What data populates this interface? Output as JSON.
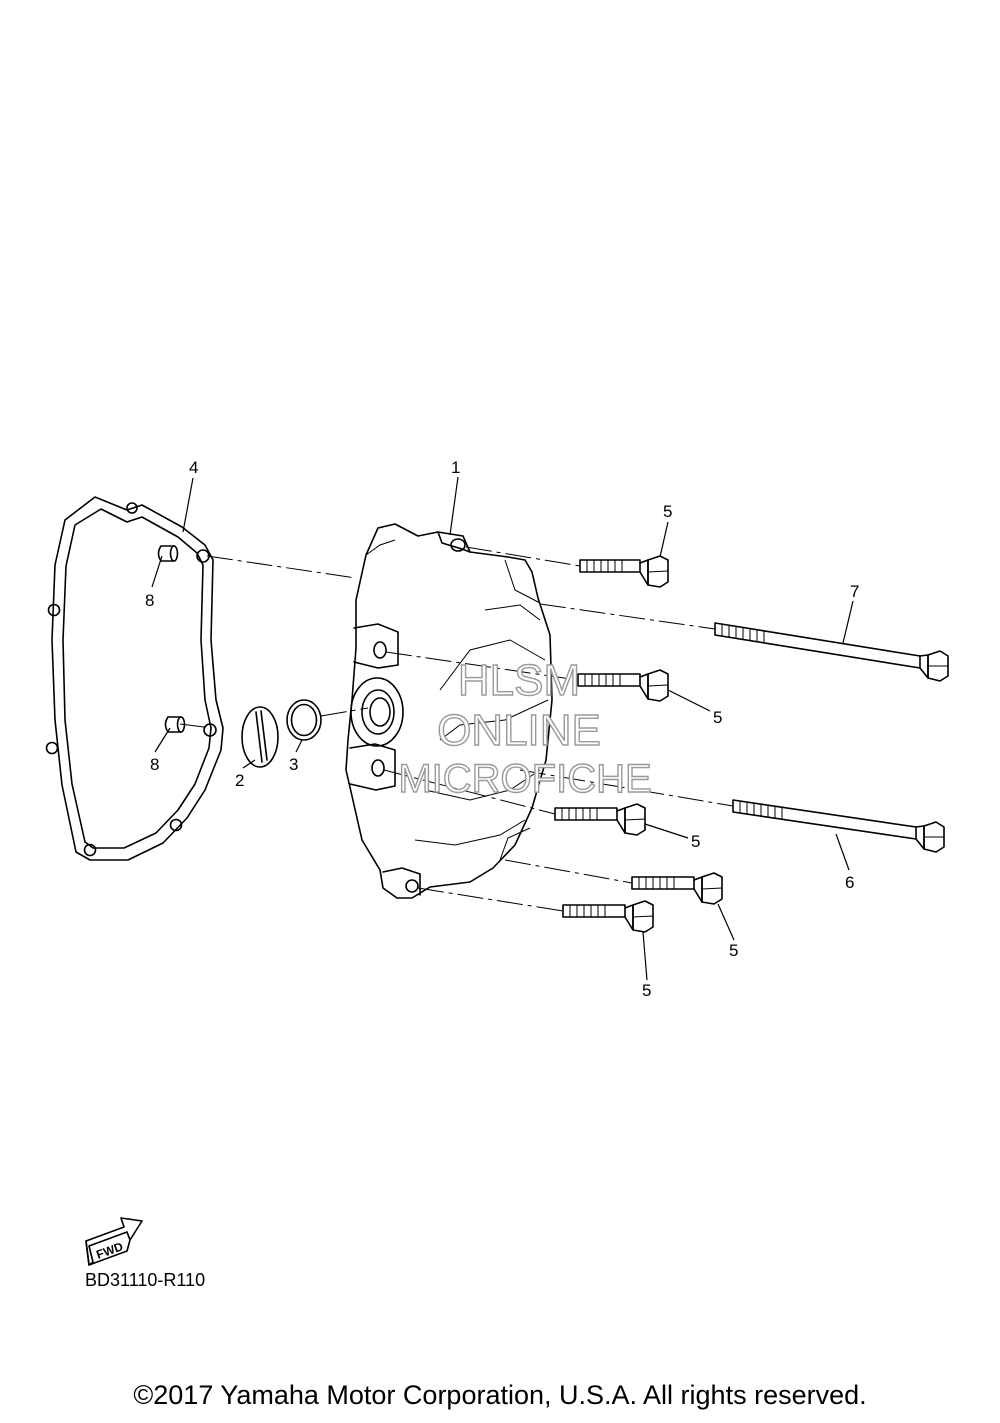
{
  "diagram": {
    "callouts": {
      "c1": "1",
      "c2": "2",
      "c3": "3",
      "c4": "4",
      "c5a": "5",
      "c5b": "5",
      "c5c": "5",
      "c5d": "5",
      "c5e": "5",
      "c6": "6",
      "c7": "7",
      "c8a": "8",
      "c8b": "8"
    },
    "watermark": [
      "HLSM",
      "ONLINE",
      "MICROFICHE"
    ],
    "fwd_label": "FWD",
    "reference_code": "BD31110-R110"
  },
  "footer": {
    "copyright": "©2017 Yamaha Motor Corporation, U.S.A. All rights reserved."
  }
}
